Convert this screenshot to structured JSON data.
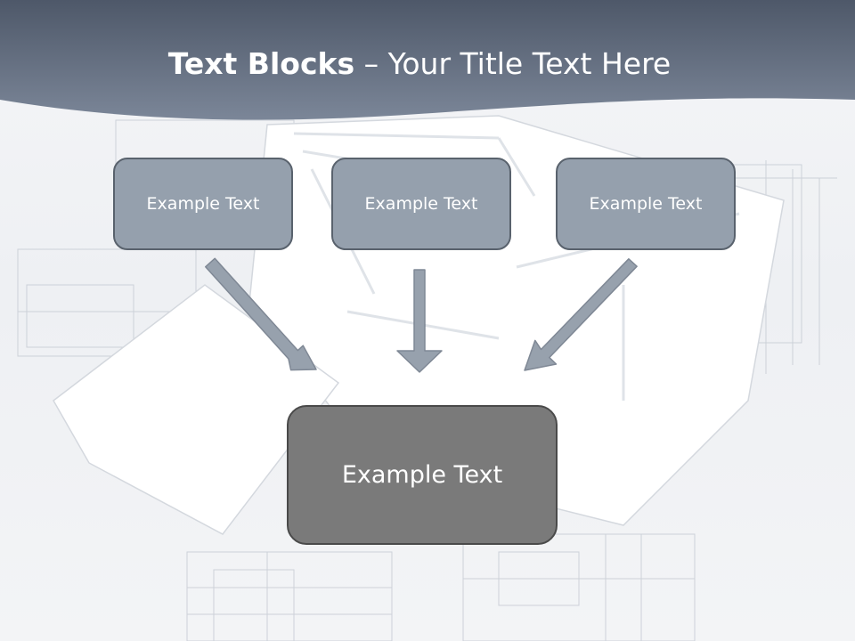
{
  "title": {
    "bold": "Text Blocks",
    "dash": " – ",
    "rest": "Your Title Text Here"
  },
  "blocks": [
    {
      "label": "Example Text"
    },
    {
      "label": "Example Text"
    },
    {
      "label": "Example Text"
    }
  ],
  "output_block": {
    "label": "Example Text"
  },
  "colors": {
    "header": "#5b6677",
    "small_block": "#95a0ad",
    "big_block": "#7a7a7a",
    "arrow": "#97a1ad"
  },
  "icons": [
    "arrow-down-right-icon",
    "arrow-down-icon",
    "arrow-down-left-icon"
  ]
}
